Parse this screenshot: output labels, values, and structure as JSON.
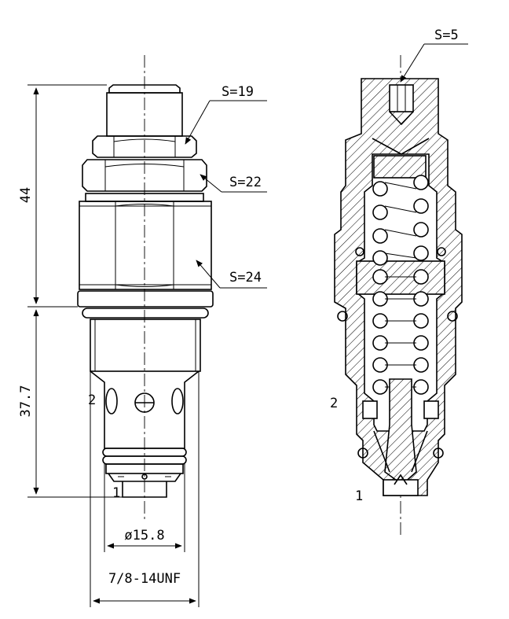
{
  "drawing": {
    "left_view": {
      "wrench_sizes": [
        "S=19",
        "S=22",
        "S=24"
      ],
      "dim_height_upper": "44",
      "dim_height_lower": "37.7",
      "dim_diameter": "ø15.8",
      "thread": "7/8-14UNF",
      "port_2": "2",
      "port_1": "1"
    },
    "section_view": {
      "wrench_size": "S=5",
      "port_2": "2",
      "port_1": "1"
    }
  }
}
